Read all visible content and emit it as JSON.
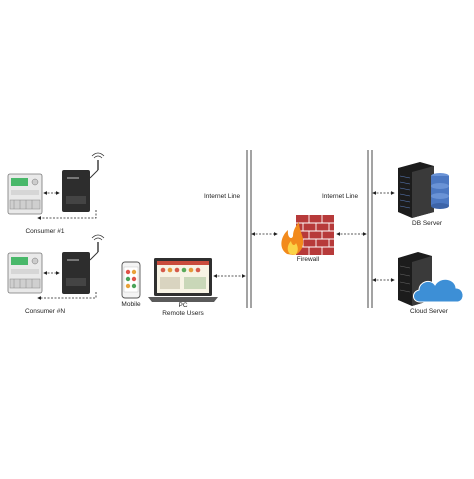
{
  "labels": {
    "consumer_1": "Consumer #1",
    "consumer_n": "Consumer #N",
    "mobile": "Mobile",
    "pc": "PC",
    "remote_users": "Remote Users",
    "internet_line_left": "Internet Line",
    "internet_line_right": "Internet Line",
    "firewall": "Firewall",
    "db_server": "DB Server",
    "cloud_server": "Cloud Server"
  },
  "colors": {
    "meter_display": "#49b86a",
    "device_dark": "#2d2d2d",
    "wall_brick": "#b73a3a",
    "flame": "#f28a1c",
    "cloud": "#3d8fd6",
    "server_dark": "#1c1c1c",
    "db_disk": "#4c78c2"
  }
}
